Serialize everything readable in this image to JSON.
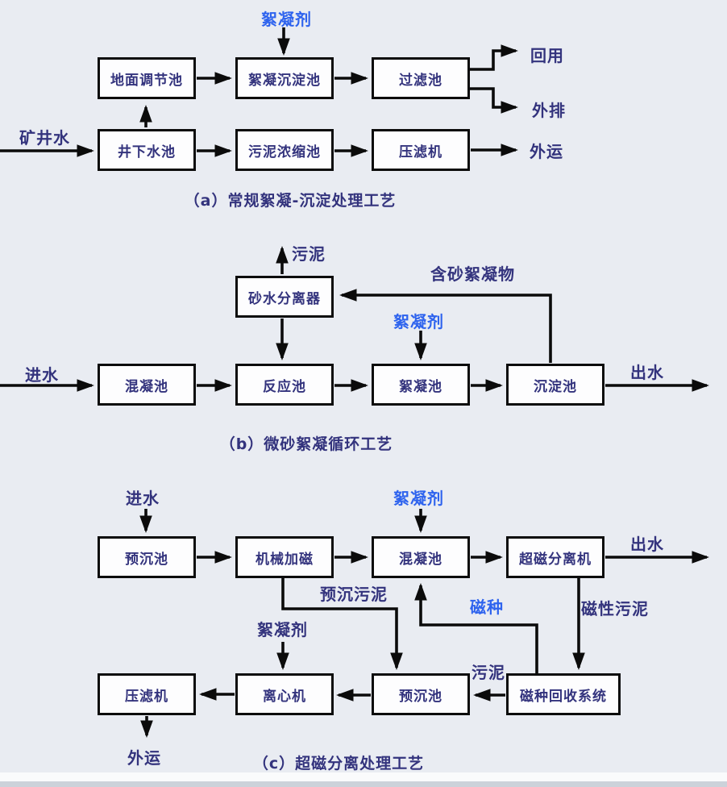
{
  "palette": {
    "background": "#e9ecf2",
    "box_fill": "#fdfdfe",
    "box_border": "#0c0c0c",
    "box_text": "#33337d",
    "label_text": "#33337d",
    "accent_blue": "#2e63ee",
    "arrow": "#0b0b0b",
    "footer_band": "#ccd2da"
  },
  "section_a": {
    "caption": "（a）常规絮凝-沉淀处理工艺",
    "boxes": {
      "ground_regulating_pool": "地面调节池",
      "flocculation_sedimentation_pool": "絮凝沉淀池",
      "filter_pool": "过滤池",
      "underground_water_pool": "井下水池",
      "sludge_thickening_pool": "污泥浓缩池",
      "filter_press": "压滤机"
    },
    "labels": {
      "flocculant": "絮凝剂",
      "mine_water": "矿井水",
      "reuse": "回用",
      "external_discharge": "外排",
      "transport_out": "外运"
    }
  },
  "section_b": {
    "caption": "（b）微砂絮凝循环工艺",
    "boxes": {
      "sand_water_separator": "砂水分离器",
      "coagulation_pool": "混凝池",
      "reaction_pool": "反应池",
      "flocculation_pool": "絮凝池",
      "sedimentation_pool": "沉淀池"
    },
    "labels": {
      "sludge": "污泥",
      "sand_floc": "含砂絮凝物",
      "flocculant": "絮凝剂",
      "inflow": "进水",
      "outflow": "出水"
    }
  },
  "section_c": {
    "caption": "（c）超磁分离处理工艺",
    "boxes": {
      "pre_sedimentation_pool_top": "预沉池",
      "mechanical_magnetizer": "机械加磁",
      "coagulation_pool": "混凝池",
      "supermag_separator": "超磁分离机",
      "filter_press": "压滤机",
      "centrifuge": "离心机",
      "pre_sedimentation_pool_bottom": "预沉池",
      "magnetic_seed_recovery": "磁种回收系统"
    },
    "labels": {
      "inflow": "进水",
      "flocculant_top": "絮凝剂",
      "outflow": "出水",
      "pre_sed_sludge": "预沉污泥",
      "magnetic_seed": "磁种",
      "magnetic_sludge": "磁性污泥",
      "flocculant_bottom": "絮凝剂",
      "sludge": "污泥",
      "transport_out": "外运"
    }
  }
}
